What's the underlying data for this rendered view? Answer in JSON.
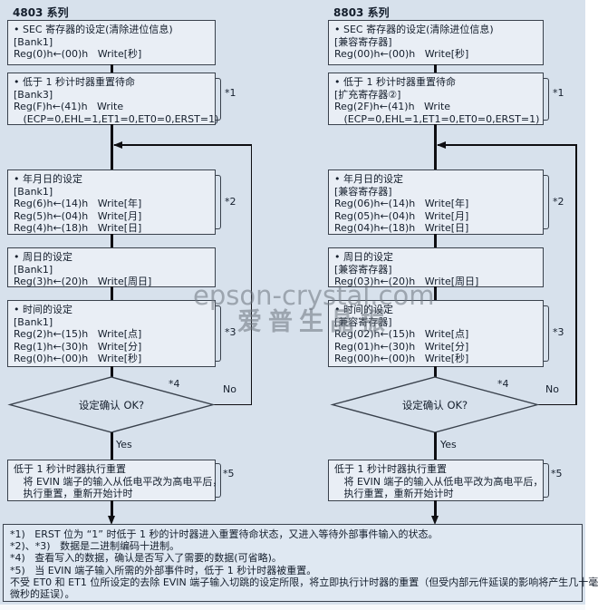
{
  "left": {
    "title": "4803 系列",
    "box_sec": [
      "• SEC 寄存器的设定(清除进位信息)",
      "[Bank1]",
      "Reg(0)h←(00)h   Write[秒]"
    ],
    "box_standby": [
      "• 低于 1 秒计时器重置待命",
      "[Bank3]",
      "Reg(F)h←(41)h   Write",
      "   (ECP=0,EHL=1,ET1=0,ET0=0,ERST=1)"
    ],
    "box_date": [
      "• 年月日的设定",
      "[Bank1]",
      "Reg(6)h←(14)h   Write[年]",
      "Reg(5)h←(04)h   Write[月]",
      "Reg(4)h←(18)h   Write[日]"
    ],
    "box_week": [
      "• 周日的设定",
      "[Bank1]",
      "Reg(3)h←(20)h   Write[周日]"
    ],
    "box_time": [
      "• 时间的设定",
      "[Bank1]",
      "Reg(2)h←(15)h   Write[点]",
      "Reg(1)h←(30)h   Write[分]",
      "Reg(0)h←(00)h   Write[秒]"
    ],
    "decision": "设定确认 OK?",
    "box_reset": [
      "低于 1 秒计时器执行重置",
      "   将 EVIN 端子的输入从低电平改为高电平后，",
      "   执行重置，重新开始计时"
    ],
    "labels": {
      "n1": "*1",
      "n2": "*2",
      "n3": "*3",
      "n4": "*4",
      "n5": "*5",
      "yes": "Yes",
      "no": "No"
    }
  },
  "right": {
    "title": "8803 系列",
    "box_sec": [
      "• SEC 寄存器的设定(清除进位信息)",
      "[兼容寄存器]",
      "Reg(00)h←(00)h   Write[秒]"
    ],
    "box_standby": [
      "• 低于 1 秒计时器重置待命",
      "[扩充寄存器②]",
      "Reg(2F)h←(41)h   Write",
      "   (ECP=0,EHL=1,ET1=0,ET0=0,ERST=1)"
    ],
    "box_date": [
      "• 年月日的设定",
      "[兼容寄存器]",
      "Reg(06)h←(14)h   Write[年]",
      "Reg(05)h←(04)h   Write[月]",
      "Reg(04)h←(18)h   Write[日]"
    ],
    "box_week": [
      "• 周日的设定",
      "[兼容寄存器]",
      "Reg(03)h←(20)h   Write[周日]"
    ],
    "box_time": [
      "• 时间的设定",
      "[兼容寄存器]",
      "Reg(02)h←(15)h   Write[点]",
      "Reg(01)h←(30)h   Write[分]",
      "Reg(00)h←(00)h   Write[秒]"
    ],
    "decision": "设定确认 OK?",
    "box_reset": [
      "低于 1 秒计时器执行重置",
      "   将 EVIN 端子的输入从低电平改为高电平后，",
      "   执行重置，重新开始计时"
    ],
    "labels": {
      "n1": "*1",
      "n2": "*2",
      "n3": "*3",
      "n4": "*4",
      "n5": "*5",
      "yes": "Yes",
      "no": "No"
    }
  },
  "watermark": {
    "line1": "epson-crystal.com",
    "line2": "爱普生晶振"
  },
  "footnotes": [
    "*1)   ERST 位为 “1” 时低于 1 秒的计时器进入重置待命状态，又进入等待外部事件输入的状态。",
    "*2)、*3)   数据是二进制编码十进制。",
    "*4)   查看写入的数据，确认是否写入了需要的数据(可省略)。",
    "*5)   当 EVIN 端子输入所需的外部事件时，低于 1 秒计时器被重置。",
    "不受 ET0 和 ET1 位所设定的去除 EVIN 端子输入切跳的设定所限，将立即执行计时器的重置（但受内部元件延误的影响将产生几十毫",
    "微秒的延误）。"
  ],
  "colors": {
    "background": "#d7e1ec",
    "box_fill": "#e9eef5",
    "footnote_fill": "#dfe8f2",
    "border": "#39414c",
    "line": "#0e0e12",
    "text": "#141e2c",
    "watermark": "#6e767f8f",
    "bottom_strip": "#f7f9fb"
  }
}
